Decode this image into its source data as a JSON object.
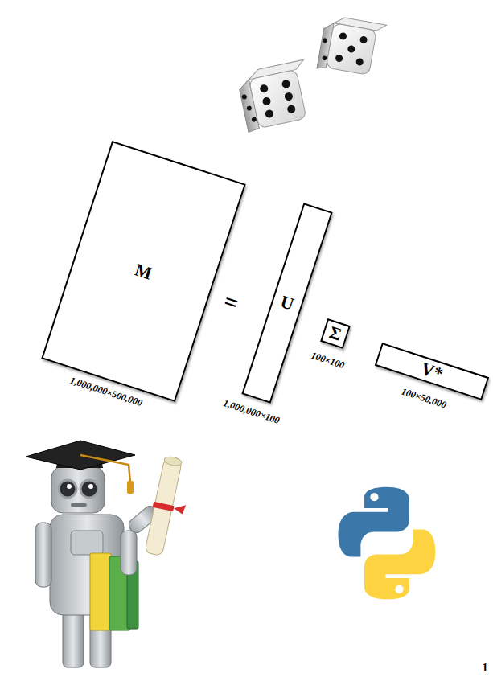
{
  "diagram": {
    "nodes": [
      {
        "text": [
          "M"
        ]
      },
      {
        "text": [
          "U"
        ]
      },
      {
        "text": [
          "Σ"
        ]
      },
      {
        "text": [
          "V*"
        ]
      }
    ],
    "labels": [
      "=",
      "1,000,000×500,000",
      "1,000,000×100",
      "100×100",
      "100×50,000",
      "1"
    ]
  }
}
